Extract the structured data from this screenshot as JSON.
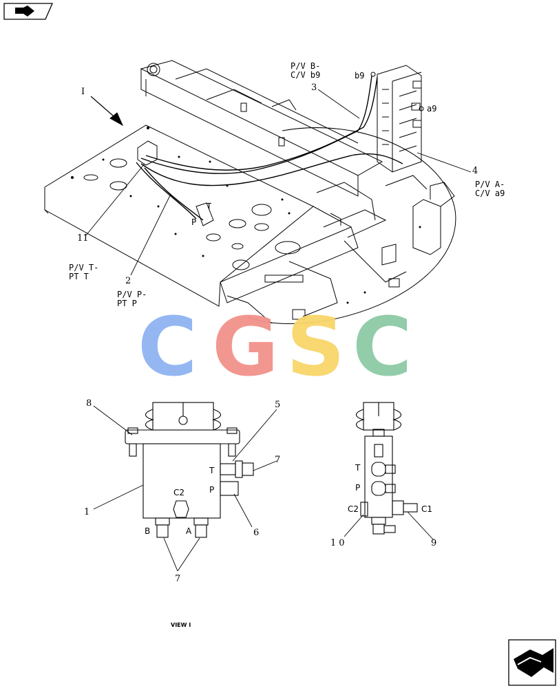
{
  "labels": {
    "pv_b": "P/V B-",
    "cv_b9": "C/V b9",
    "b9": "b9",
    "a9": "a9",
    "pv_a": "P/V A-",
    "cv_a9": "C/V a9",
    "pv_t": "P/V T-",
    "pt_t": "PT T",
    "pv_p": "P/V P-",
    "pt_p": "PT P",
    "t_small": "T",
    "p_small": "P",
    "view": "VIEW I",
    "arrow_mark": "I"
  },
  "callouts": {
    "n1": "1",
    "n2": "2",
    "n3": "3",
    "n4": "4",
    "n5": "5",
    "n6": "6",
    "n7a": "7",
    "n7b": "7",
    "n8": "8",
    "n9": "9",
    "n10": "10",
    "n11": "11"
  },
  "ports": {
    "left_T": "T",
    "left_P": "P",
    "left_C2": "C2",
    "left_B": "B",
    "left_A": "A",
    "right_T": "T",
    "right_P": "P",
    "right_C2": "C2",
    "right_C1": "C1"
  },
  "watermark": {
    "c1": "C",
    "g": "G",
    "s": "S",
    "c2": "C",
    "colors": {
      "c1": "#8fb4f2",
      "g": "#f2928a",
      "s": "#f9d56a",
      "c2": "#8dcaa5"
    }
  },
  "icons": {
    "top_left": "page-back-icon",
    "bottom_right": "page-forward-icon"
  }
}
